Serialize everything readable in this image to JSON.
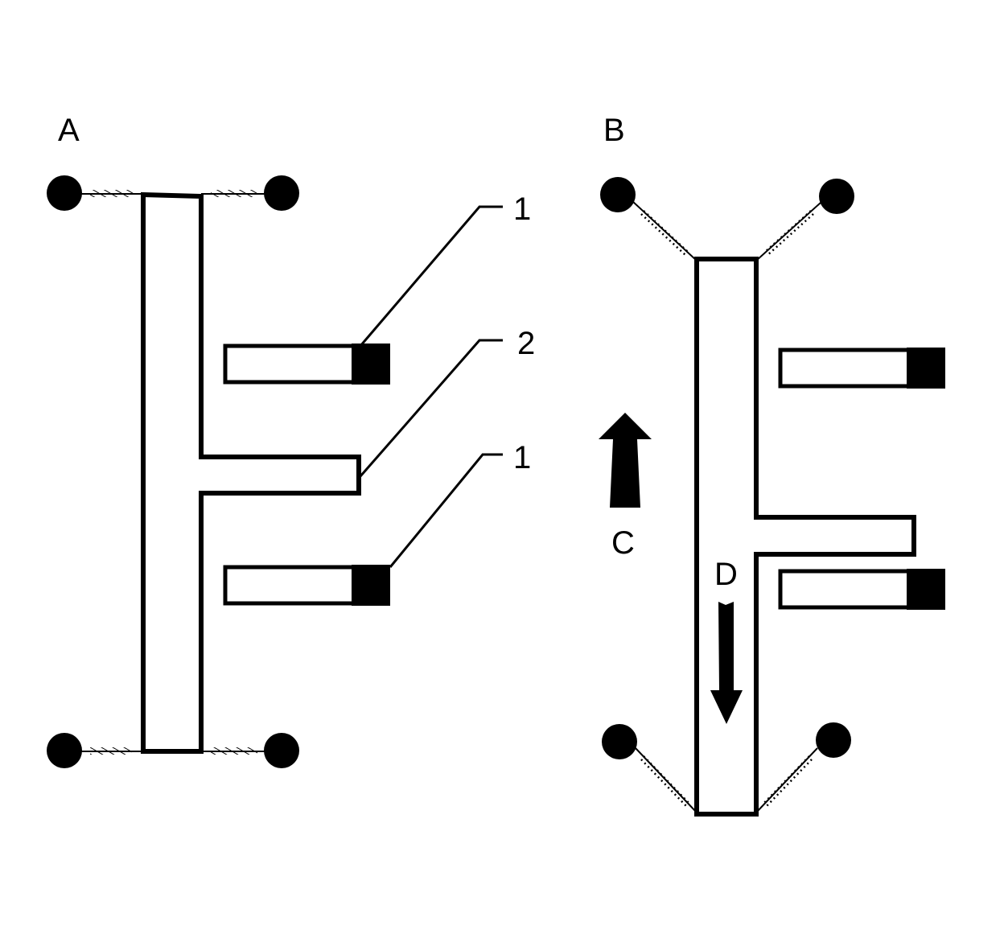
{
  "panels": {
    "a": {
      "label": "A"
    },
    "b": {
      "label": "B"
    }
  },
  "callouts": {
    "upper_block": "1",
    "arm": "2",
    "lower_block": "1"
  },
  "arrows": {
    "up": {
      "label": "C"
    },
    "down": {
      "label": "D"
    }
  },
  "colors": {
    "ink": "#000000",
    "paper": "#ffffff"
  }
}
